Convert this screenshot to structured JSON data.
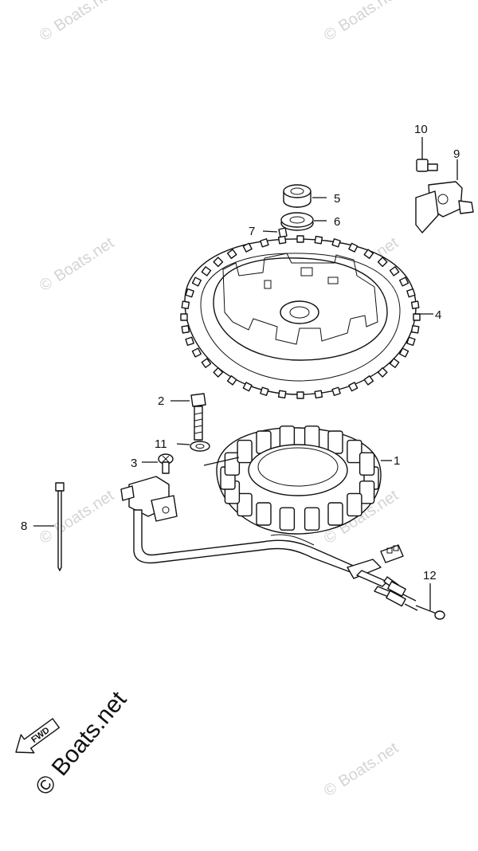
{
  "watermark": {
    "symbol": "©",
    "text": "Boats.net"
  },
  "brand": {
    "symbol": "©",
    "text": "Boats.net"
  },
  "fwd_label": "FWD",
  "callouts": [
    {
      "id": "1",
      "label": "1"
    },
    {
      "id": "2",
      "label": "2"
    },
    {
      "id": "3",
      "label": "3"
    },
    {
      "id": "4",
      "label": "4"
    },
    {
      "id": "5",
      "label": "5"
    },
    {
      "id": "6",
      "label": "6"
    },
    {
      "id": "7",
      "label": "7"
    },
    {
      "id": "8",
      "label": "8"
    },
    {
      "id": "9",
      "label": "9"
    },
    {
      "id": "10",
      "label": "10"
    },
    {
      "id": "11",
      "label": "11"
    },
    {
      "id": "12",
      "label": "12"
    }
  ],
  "colors": {
    "line": "#111111",
    "watermark": "#d4d4d4",
    "background": "#ffffff"
  }
}
